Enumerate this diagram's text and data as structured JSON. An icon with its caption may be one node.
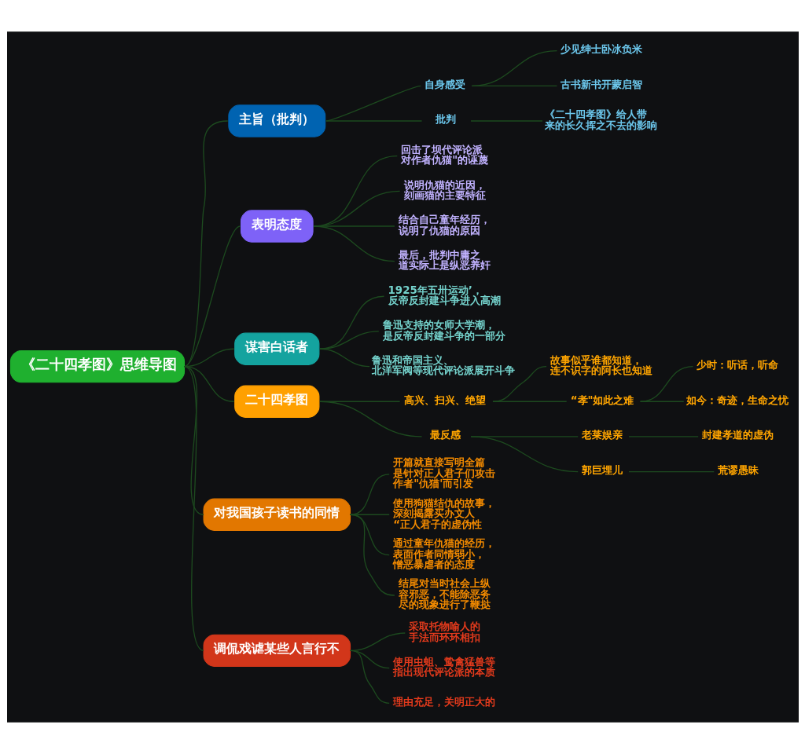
{
  "diagram": {
    "nodes": [
      {
        "text": [
          "《二十四孝图》思维导图"
        ]
      },
      {
        "text": [
          "主旨（批判）"
        ]
      },
      {
        "text": [
          "自身感受"
        ]
      },
      {
        "text": [
          "少见绅士卧冰负米"
        ]
      },
      {
        "text": [
          "古书新书开蒙启智"
        ]
      },
      {
        "text": [
          "批判"
        ]
      },
      {
        "text": [
          "《二十四孝图》给人带来的长久挥之不去的影响"
        ]
      },
      {
        "text": [
          "表明态度"
        ]
      },
      {
        "text": [
          "回击了坝代评论派对作者仇猫\"的诬蔑"
        ]
      },
      {
        "text": [
          "说明仇猫的近因，刻画猫的主要特征"
        ]
      },
      {
        "text": [
          "结合自己童年经历，说明了仇猫的原因"
        ]
      },
      {
        "text": [
          "最后，批判中庸之道实际上是纵恶养奸"
        ]
      },
      {
        "text": [
          "谋害白话者"
        ]
      },
      {
        "text": [
          "1925年五卅运动’，反帝反封建斗争进入高潮"
        ]
      },
      {
        "text": [
          "鲁迅支持的女师大学潮，是反帝反封建斗争的一部分"
        ]
      },
      {
        "text": [
          "鲁迅和帝国主义、北洋军阀等现代评论派展开斗争"
        ]
      },
      {
        "text": [
          "二十四孝图"
        ]
      },
      {
        "text": [
          "高兴、扫兴、绝望"
        ]
      },
      {
        "text": [
          "故事似乎谁都知道，连不识字的阿长也知道"
        ]
      },
      {
        "text": [
          "“孝\"如此之难"
        ]
      },
      {
        "text": [
          "少时：听话，听命"
        ]
      },
      {
        "text": [
          "如今：奇迹，生命之忧"
        ]
      },
      {
        "text": [
          "最反感"
        ]
      },
      {
        "text": [
          "老莱娱亲"
        ]
      },
      {
        "text": [
          "封建孝道的虚伪"
        ]
      },
      {
        "text": [
          "郭巨埋儿"
        ]
      },
      {
        "text": [
          "荒谬愚昧"
        ]
      },
      {
        "text": [
          "对我国孩子读书的同情"
        ]
      },
      {
        "text": [
          "开篇就直接写明全篇是针对正人君子们攻击作者\"仇猫'而引发"
        ]
      },
      {
        "text": [
          "使用狗猫结仇的故事，深刻揭露买办文人“正人君子的虚伪性"
        ]
      },
      {
        "text": [
          "通过童年仇猫的经历，表面作者同情弱小，憎恶暴虐者的态度"
        ]
      },
      {
        "text": [
          "结尾对当时社会上纵容邪恶，不能除恶务尽的现象进行了鞭挞"
        ]
      },
      {
        "text": [
          "调侃戏谑某些人言行不"
        ]
      },
      {
        "text": [
          "采取托物喻人的手法而环环相扣"
        ]
      },
      {
        "text": [
          "使用虫蛆、鸷禽猛兽等指出现代评论派的本质"
        ]
      },
      {
        "text": [
          "理由充足，关明正大的"
        ]
      }
    ],
    "edges": [
      {
        "from": 0,
        "to": 1,
        "arrow": "none"
      },
      {
        "from": 1,
        "to": 2,
        "arrow": "none"
      },
      {
        "from": 2,
        "to": 3,
        "arrow": "none"
      },
      {
        "from": 2,
        "to": 4,
        "arrow": "none"
      },
      {
        "from": 1,
        "to": 5,
        "arrow": "none"
      },
      {
        "from": 5,
        "to": 6,
        "arrow": "none"
      },
      {
        "from": 0,
        "to": 7,
        "arrow": "none"
      },
      {
        "from": 7,
        "to": 8,
        "arrow": "none"
      },
      {
        "from": 7,
        "to": 9,
        "arrow": "none"
      },
      {
        "from": 7,
        "to": 10,
        "arrow": "none"
      },
      {
        "from": 7,
        "to": 11,
        "arrow": "none"
      },
      {
        "from": 0,
        "to": 12,
        "arrow": "none"
      },
      {
        "from": 12,
        "to": 13,
        "arrow": "none"
      },
      {
        "from": 12,
        "to": 14,
        "arrow": "none"
      },
      {
        "from": 12,
        "to": 15,
        "arrow": "none"
      },
      {
        "from": 0,
        "to": 16,
        "arrow": "none"
      },
      {
        "from": 16,
        "to": 17,
        "arrow": "none"
      },
      {
        "from": 17,
        "to": 18,
        "arrow": "none"
      },
      {
        "from": 17,
        "to": 19,
        "arrow": "none"
      },
      {
        "from": 19,
        "to": 20,
        "arrow": "none"
      },
      {
        "from": 19,
        "to": 21,
        "arrow": "none"
      },
      {
        "from": 16,
        "to": 22,
        "arrow": "none"
      },
      {
        "from": 22,
        "to": 23,
        "arrow": "none"
      },
      {
        "from": 23,
        "to": 24,
        "arrow": "none"
      },
      {
        "from": 22,
        "to": 25,
        "arrow": "none"
      },
      {
        "from": 25,
        "to": 26,
        "arrow": "none"
      },
      {
        "from": 0,
        "to": 27,
        "arrow": "none"
      },
      {
        "from": 27,
        "to": 28,
        "arrow": "none"
      },
      {
        "from": 27,
        "to": 29,
        "arrow": "none"
      },
      {
        "from": 27,
        "to": 30,
        "arrow": "none"
      },
      {
        "from": 27,
        "to": 31,
        "arrow": "none"
      },
      {
        "from": 0,
        "to": 32,
        "arrow": "none"
      },
      {
        "from": 32,
        "to": 33,
        "arrow": "none"
      },
      {
        "from": 32,
        "to": 34,
        "arrow": "none"
      },
      {
        "from": 32,
        "to": 35,
        "arrow": "none"
      }
    ]
  }
}
